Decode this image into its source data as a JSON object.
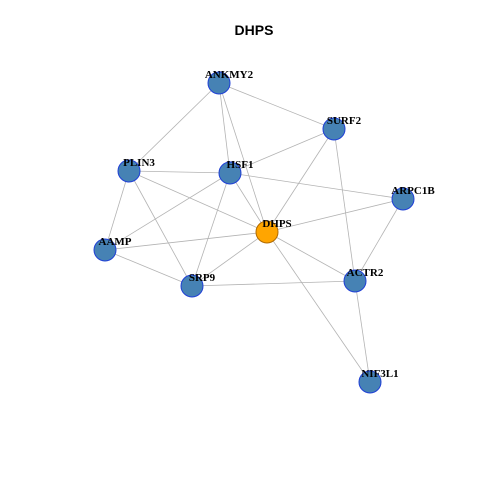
{
  "title": "DHPS",
  "colors": {
    "node_fill": "#4682b4",
    "node_stroke": "#1f3fd6",
    "center_fill": "#ffa500",
    "center_stroke": "#b06a00",
    "edge": "#b3b3b3"
  },
  "nodes": [
    {
      "id": "DHPS",
      "label": "DHPS",
      "center": true
    },
    {
      "id": "ANKMY2",
      "label": "ANKMY2"
    },
    {
      "id": "SURF2",
      "label": "SURF2"
    },
    {
      "id": "PLIN3",
      "label": "PLIN3"
    },
    {
      "id": "HSF1",
      "label": "HSF1"
    },
    {
      "id": "ARPC1B",
      "label": "ARPC1B"
    },
    {
      "id": "AAMP",
      "label": "AAMP"
    },
    {
      "id": "SRP9",
      "label": "SRP9"
    },
    {
      "id": "ACTR2",
      "label": "ACTR2"
    },
    {
      "id": "NIF3L1",
      "label": "NIF3L1"
    }
  ],
  "edges": [
    [
      "ANKMY2",
      "SURF2"
    ],
    [
      "ANKMY2",
      "PLIN3"
    ],
    [
      "ANKMY2",
      "HSF1"
    ],
    [
      "ANKMY2",
      "DHPS"
    ],
    [
      "SURF2",
      "HSF1"
    ],
    [
      "SURF2",
      "DHPS"
    ],
    [
      "SURF2",
      "ACTR2"
    ],
    [
      "PLIN3",
      "HSF1"
    ],
    [
      "PLIN3",
      "DHPS"
    ],
    [
      "PLIN3",
      "AAMP"
    ],
    [
      "PLIN3",
      "SRP9"
    ],
    [
      "HSF1",
      "ARPC1B"
    ],
    [
      "HSF1",
      "DHPS"
    ],
    [
      "HSF1",
      "AAMP"
    ],
    [
      "HSF1",
      "SRP9"
    ],
    [
      "ARPC1B",
      "DHPS"
    ],
    [
      "ARPC1B",
      "ACTR2"
    ],
    [
      "DHPS",
      "AAMP"
    ],
    [
      "DHPS",
      "SRP9"
    ],
    [
      "DHPS",
      "ACTR2"
    ],
    [
      "DHPS",
      "NIF3L1"
    ],
    [
      "AAMP",
      "SRP9"
    ],
    [
      "SRP9",
      "ACTR2"
    ],
    [
      "ACTR2",
      "NIF3L1"
    ]
  ]
}
